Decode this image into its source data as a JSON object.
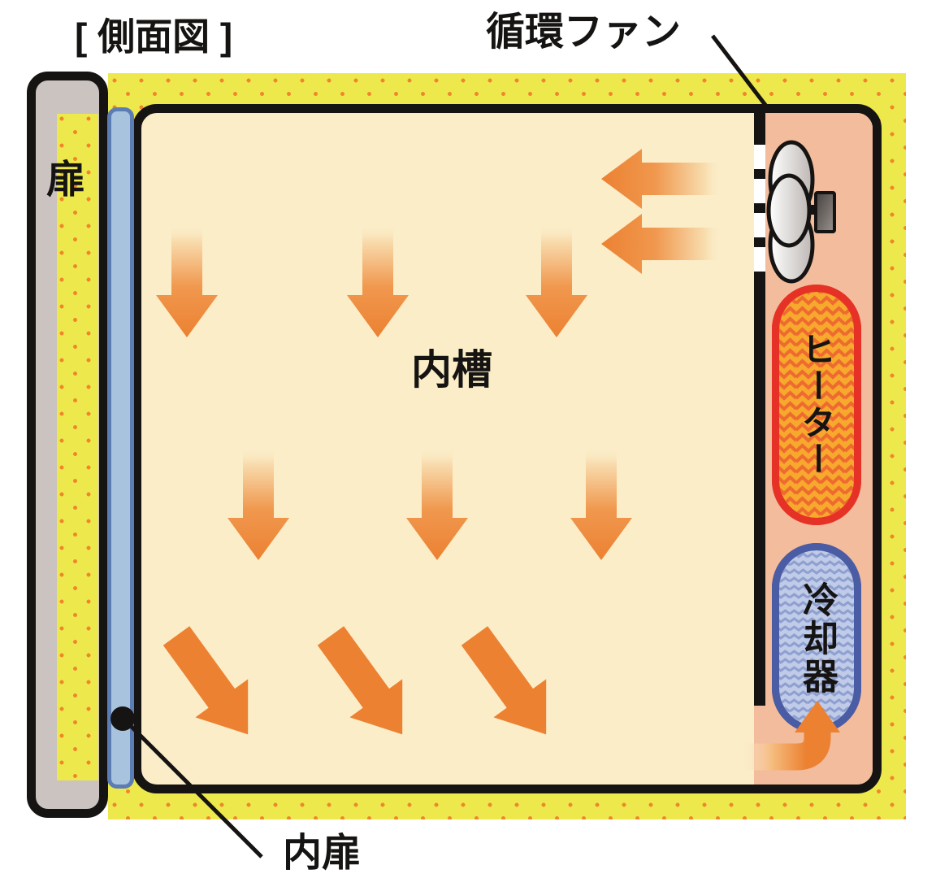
{
  "labels": {
    "title": "[ 側面図 ]",
    "fan": "循環ファン",
    "door": "扉",
    "inner_tank": "内槽",
    "heater": "ヒーター",
    "cooler": "冷却器",
    "inner_door": "内扉"
  },
  "colors": {
    "outline": "#161412",
    "insulation_yellow": "#EDE84B",
    "insulation_dot": "#F0862C",
    "chamber_cream": "#FBEDC8",
    "bay_salmon": "#F3BC9D",
    "door_gray": "#CAC3C0",
    "inner_door_fill": "#A8C3DE",
    "inner_door_border": "#5C7CB4",
    "heater_fill": "#F6A92C",
    "heater_wave": "#EE6A30",
    "heater_border": "#E63226",
    "cooler_fill": "#C0CBE8",
    "cooler_wave": "#8FA0D0",
    "cooler_border": "#4A5CA4",
    "arrow_orange": "#EC8132",
    "fan_blade_gray": "#BDB7B4",
    "fan_motor_dark": "#45403E",
    "fan_motor_light": "#9A938F"
  }
}
